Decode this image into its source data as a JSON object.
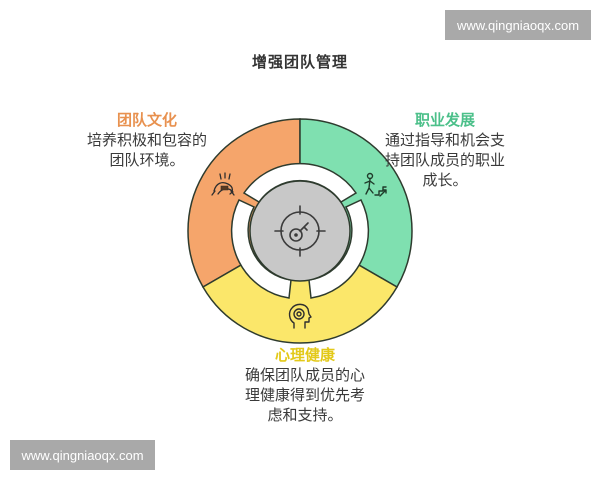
{
  "watermark": {
    "top": "www.qingniaoqx.com",
    "bottom": "www.qingniaoqx.com"
  },
  "title": "增强团队管理",
  "sections": [
    {
      "id": "team-culture",
      "title": "团队文化",
      "description_lines": [
        "培养积极和包容的",
        "团队环境。"
      ],
      "color": "#f5a56b",
      "title_color": "#e8914f",
      "icon": "hands-together-icon"
    },
    {
      "id": "career-development",
      "title": "职业发展",
      "description_lines": [
        "通过指导和机会支",
        "持团队成员的职业",
        "成长。"
      ],
      "color": "#7fe0b0",
      "title_color": "#4cc08a",
      "icon": "person-climbing-stairs-icon"
    },
    {
      "id": "mental-health",
      "title": "心理健康",
      "description_lines": [
        "确保团队成员的心",
        "理健康得到优先考",
        "虑和支持。"
      ],
      "color": "#fbe76a",
      "title_color": "#e3c919",
      "icon": "head-flower-icon"
    }
  ],
  "center": {
    "icon": "target-key-icon",
    "color": "#c8c8c8"
  },
  "colors": {
    "outline": "#2e3b2e",
    "text": "#3a3a3a",
    "title": "#333333",
    "watermark_bg": "#a9a9a9"
  }
}
